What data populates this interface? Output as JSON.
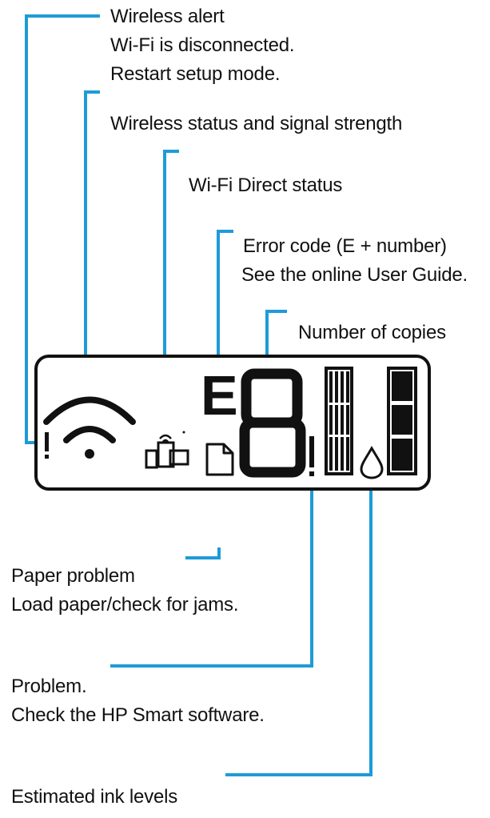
{
  "callouts": {
    "wireless_alert": {
      "title": "Wireless alert",
      "line1": "Wi-Fi is disconnected.",
      "line2": "Restart setup mode."
    },
    "wireless_status": {
      "title": "Wireless status and signal strength"
    },
    "wifi_direct": {
      "title": "Wi-Fi Direct status"
    },
    "error_code": {
      "title": "Error code (E + number)",
      "line1": "See the online User Guide."
    },
    "copies": {
      "title": "Number of copies"
    },
    "paper_problem": {
      "title": "Paper problem",
      "line1": "Load paper/check for jams."
    },
    "problem": {
      "title": "Problem.",
      "line1": "Check the HP Smart software."
    },
    "ink_levels": {
      "title": "Estimated ink levels"
    }
  },
  "display": {
    "error_letter": "E",
    "exclamation": "!"
  },
  "colors": {
    "leader_line": "#1f9bd7",
    "panel_outline": "#111111",
    "text": "#111111"
  },
  "icons": {
    "wireless_alert": "exclamation-icon",
    "wireless_signal": "wifi-signal-icon",
    "wifi_direct": "wifi-direct-icon",
    "paper": "paper-icon",
    "problem": "exclamation-icon",
    "ink_drop": "ink-drop-icon"
  }
}
